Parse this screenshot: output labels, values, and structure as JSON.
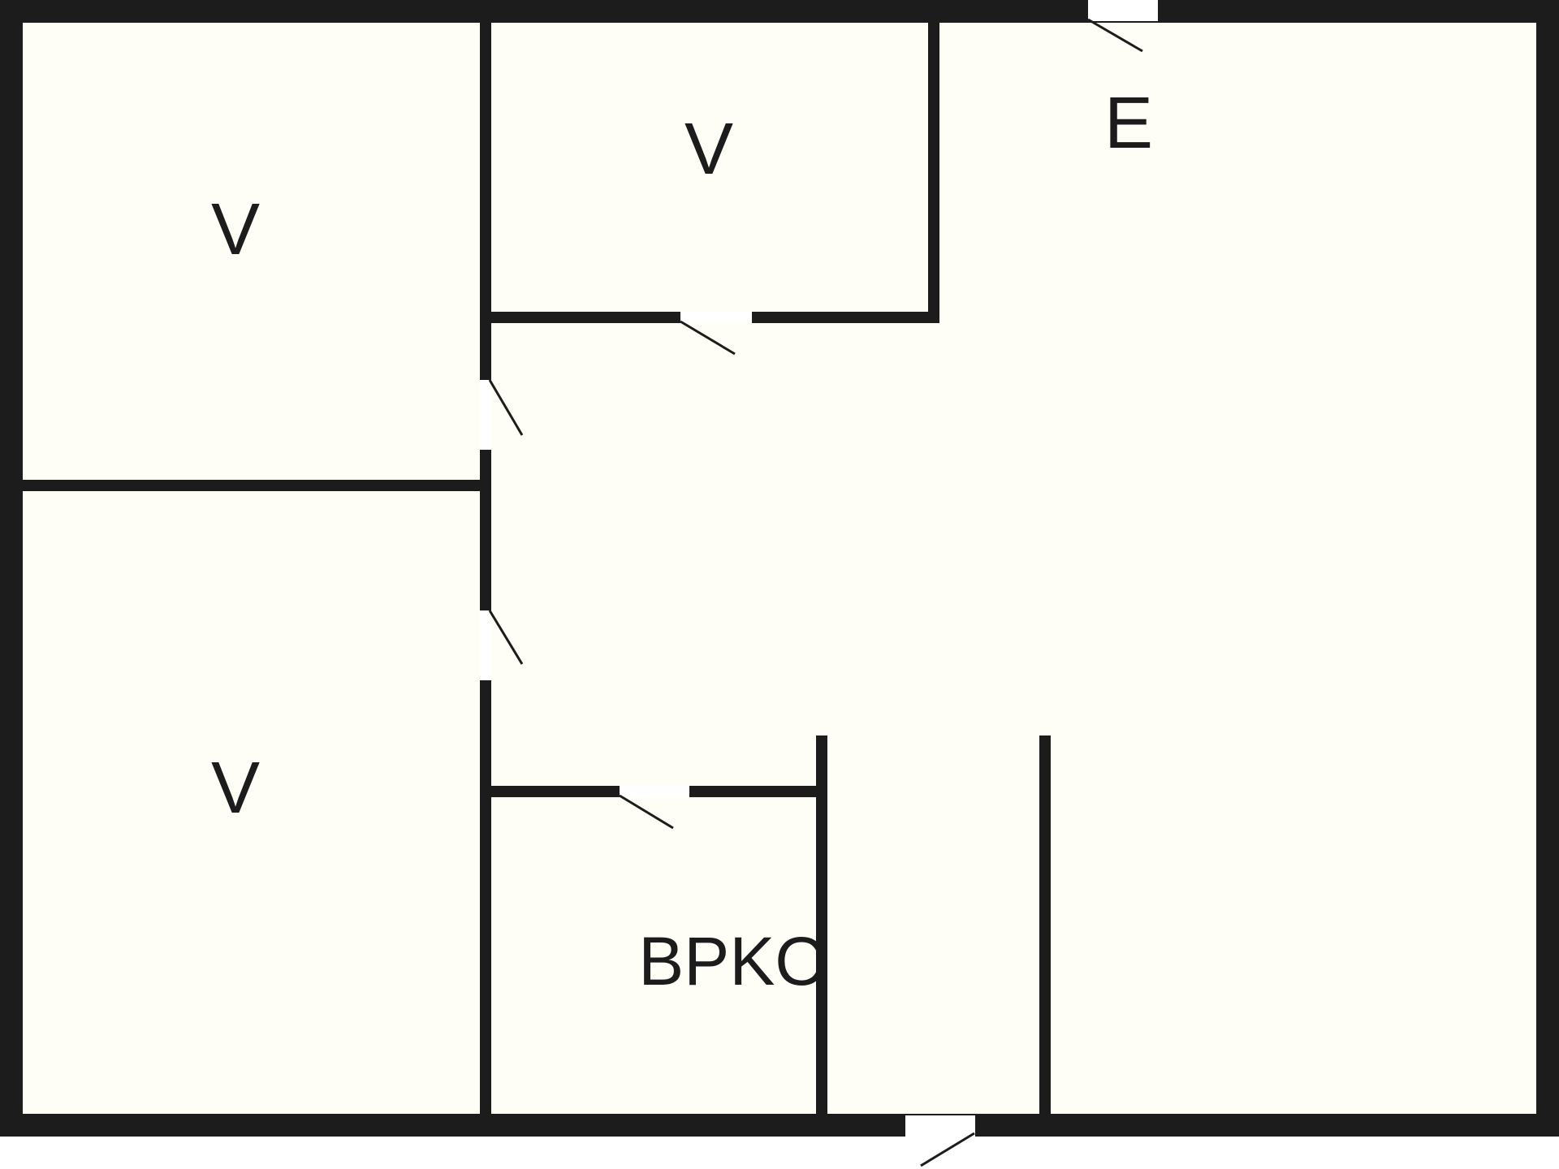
{
  "colors": {
    "floor": "#fefef7",
    "wall": "#1c1c1c",
    "door_gap": "#ffffff",
    "door_swing": "#1c1c1c",
    "background": "#ffffff"
  },
  "rooms": {
    "bedroom_top_left": {
      "label": "V"
    },
    "bedroom_top_middle": {
      "label": "V"
    },
    "bedroom_bottom_left": {
      "label": "V"
    },
    "entrance": {
      "label": "E"
    },
    "bathroom": {
      "label": "BPKO"
    }
  }
}
